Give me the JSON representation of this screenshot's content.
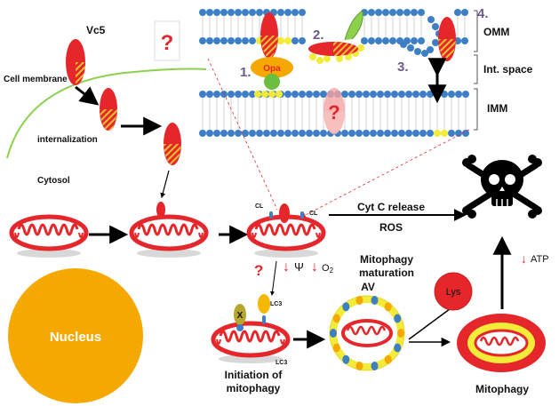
{
  "vesicle_label": "Vc5",
  "cell_membrane_label": "Cell membrane",
  "internalization_label": "internalization",
  "cytosol_label": "Cytosol",
  "nucleus_label": "Nucleus",
  "membrane_inset": {
    "opa_label": "Opa",
    "step_labels": [
      "1.",
      "2.",
      "3.",
      "4."
    ],
    "omm_label": "OMM",
    "int_space_label": "Int. space",
    "imm_label": "IMM",
    "unknown_marks": [
      "?",
      "?"
    ]
  },
  "cl_labels": [
    "CL",
    "CL"
  ],
  "cyt_c_release_label": "Cyt C release",
  "ros_label": "ROS",
  "potential_change": {
    "question": "?",
    "arrow_1": "↓",
    "psi": "Ψ",
    "arrow_2": "↓",
    "o2": "O",
    "o2_sub": "2"
  },
  "lc3_labels": [
    "LC3",
    "LC3"
  ],
  "x_protein_label": "X",
  "initiation_label_line1": "Initiation of",
  "initiation_label_line2": "mitophagy",
  "maturation_label_line1": "Mitophagy",
  "maturation_label_line2": "maturation",
  "maturation_label_line3": "AV",
  "lys_label": "Lys",
  "mitophagy_label": "Mitophagy",
  "atp_arrow": "↓",
  "atp_label": "ATP",
  "colors": {
    "vesicle_red": "#e5262b",
    "vesicle_stripe": "#f2c12e",
    "membrane_blue": "#3c7fc4",
    "membrane_yellow": "#f2ec38",
    "nucleus": "#f5a900",
    "cell_membrane": "#8cd14e",
    "opa": "#f5a900",
    "lc3": "#f5b800",
    "autophagosome": "#f2ec38"
  }
}
